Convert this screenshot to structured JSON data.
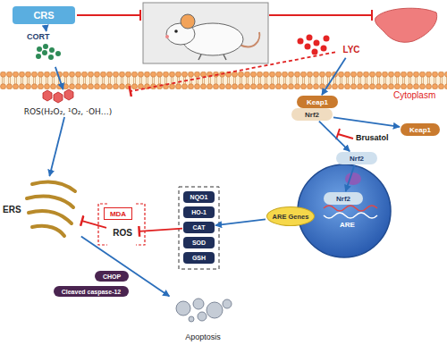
{
  "diagram": {
    "nodes": [
      {
        "text": [
          "CRS"
        ]
      },
      {
        "text": [
          "CORT"
        ]
      },
      {
        "text": [
          "LYC"
        ]
      },
      {
        "text": [
          "ROS(H₂O₂, ¹O₂, ·OH…)"
        ]
      },
      {
        "text": [
          "Keap1"
        ]
      },
      {
        "text": [
          "Nrf2"
        ]
      },
      {
        "text": [
          "Keap1"
        ]
      },
      {
        "text": [
          "Nrf2"
        ]
      },
      {
        "text": [
          "Nrf2"
        ]
      },
      {
        "text": [
          "ARE Genes"
        ]
      },
      {
        "text": [
          "NQO1"
        ]
      },
      {
        "text": [
          "HO-1"
        ]
      },
      {
        "text": [
          "CAT"
        ]
      },
      {
        "text": [
          "SOD"
        ]
      },
      {
        "text": [
          "GSH"
        ]
      },
      {
        "text": [
          "MDA"
        ]
      },
      {
        "text": [
          "ROS"
        ]
      },
      {
        "text": [
          "ERS"
        ]
      },
      {
        "text": [
          "CHOP"
        ]
      },
      {
        "text": [
          "Cleaved caspase-12"
        ]
      },
      {
        "text": [
          "Apoptosis"
        ]
      }
    ],
    "edges": [
      {
        "from": 0,
        "to": 1,
        "arrow": "to"
      },
      {
        "from": 1,
        "to": 3,
        "arrow": "to"
      },
      {
        "from": 2,
        "to": 3,
        "arrow": "to"
      },
      {
        "from": 2,
        "to": 4,
        "arrow": "to"
      },
      {
        "from": 5,
        "to": 6,
        "arrow": "to"
      },
      {
        "from": 5,
        "to": 7,
        "arrow": "to"
      },
      {
        "from": 7,
        "to": 8,
        "arrow": "to"
      },
      {
        "from": 9,
        "to": 12,
        "arrow": "to"
      },
      {
        "from": 12,
        "to": 16,
        "arrow": "to"
      },
      {
        "from": 16,
        "to": 17,
        "arrow": "to"
      },
      {
        "from": 3,
        "to": 17,
        "arrow": "to"
      },
      {
        "from": 17,
        "to": 20,
        "arrow": "to"
      }
    ],
    "labels": [
      "Cytoplasm",
      "Brusatol",
      "ARE"
    ]
  }
}
